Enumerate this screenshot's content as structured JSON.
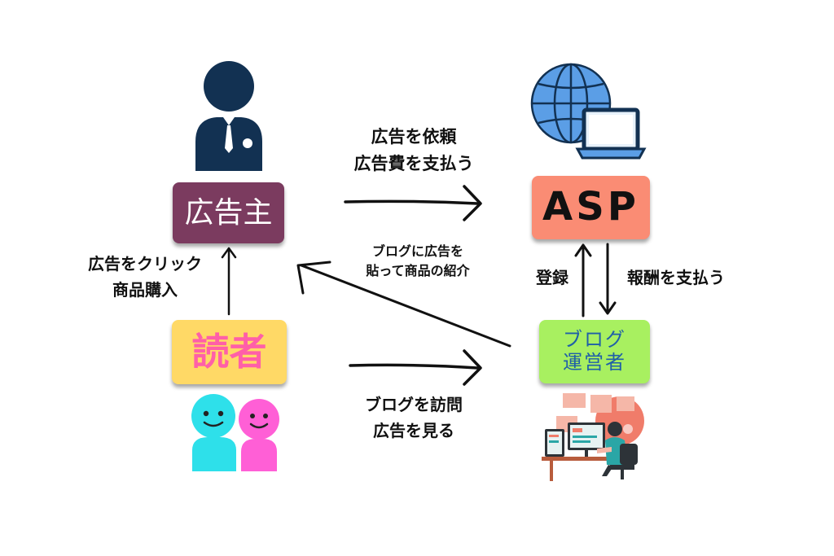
{
  "nodes": {
    "advertiser": {
      "label": "広告主",
      "color": "#7b3b5f",
      "text_color": "#ffffff"
    },
    "asp": {
      "label": "ASP",
      "color": "#fa8c74",
      "text_color": "#111111"
    },
    "reader": {
      "label": "読者",
      "color": "#ffd966",
      "text_color": "#ff5fa8"
    },
    "blogger": {
      "line1": "ブログ",
      "line2": "運営者",
      "color": "#a8f060",
      "text_color": "#1f5fa8"
    }
  },
  "edges": {
    "advertiser_to_asp": {
      "line1": "広告を依頼",
      "line2": "広告費を支払う"
    },
    "blogger_to_advertiser": {
      "line1": "ブログに広告を",
      "line2": "貼って商品の紹介"
    },
    "reader_to_advertiser": {
      "line1": "広告をクリック",
      "line2": "商品購入"
    },
    "blogger_to_asp": {
      "label": "登録"
    },
    "asp_to_blogger": {
      "label": "報酬を支払う"
    },
    "reader_to_blogger": {
      "line1": "ブログを訪問",
      "line2": "広告を見る"
    }
  },
  "icons": [
    "businessman-icon",
    "globe-computer-icon",
    "smiley-people-icon",
    "blogger-at-desk-icon"
  ],
  "colors": {
    "dark_navy": "#123152",
    "globe_blue": "#5b9ee6",
    "arrow": "#111111"
  }
}
